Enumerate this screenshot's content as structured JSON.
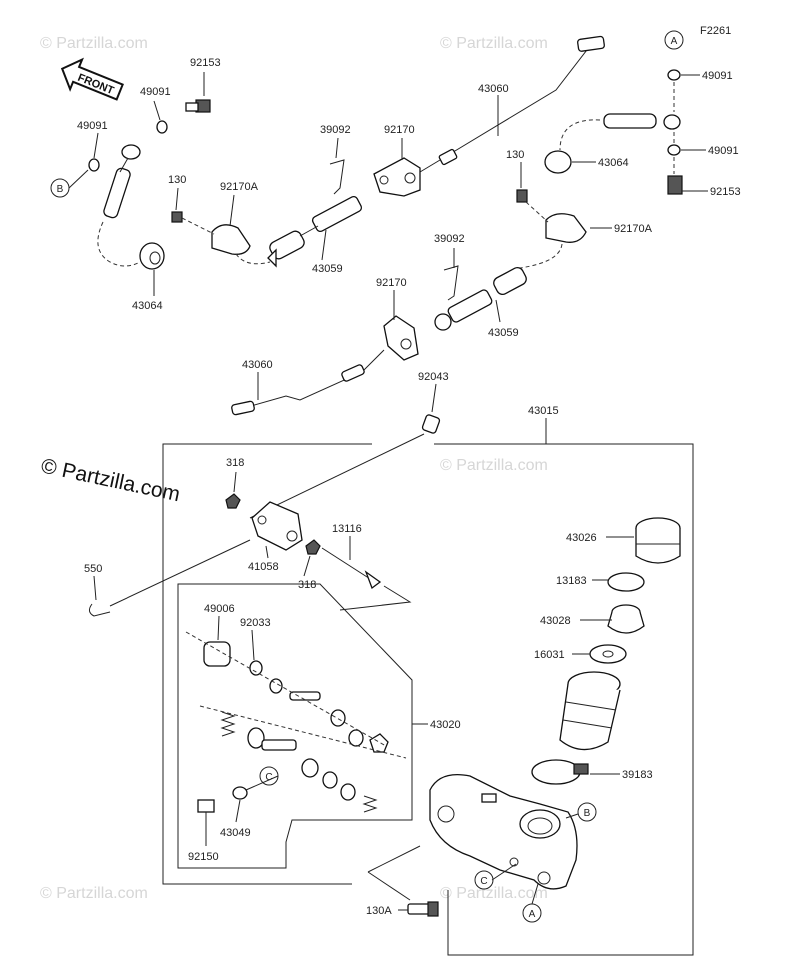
{
  "figure_code": "F2261",
  "front_label": "FRONT",
  "copyright": "© Partzilla.com",
  "watermark": "© Partzilla.com",
  "ref_markers": {
    "a": "A",
    "b": "B",
    "c": "C"
  },
  "parts": {
    "p49091": "49091",
    "p92153": "92153",
    "p130": "130",
    "p92170A": "92170A",
    "p43064": "43064",
    "p39092": "39092",
    "p92170": "92170",
    "p43059": "43059",
    "p43060": "43060",
    "p92043": "92043",
    "p43015": "43015",
    "p318": "318",
    "p41058": "41058",
    "p13116": "13116",
    "p550": "550",
    "p43026": "43026",
    "p13183": "13183",
    "p43028": "43028",
    "p16031": "16031",
    "p49006": "49006",
    "p92033": "92033",
    "p43020": "43020",
    "p39183": "39183",
    "p43049": "43049",
    "p92150": "92150",
    "p130A": "130A"
  }
}
